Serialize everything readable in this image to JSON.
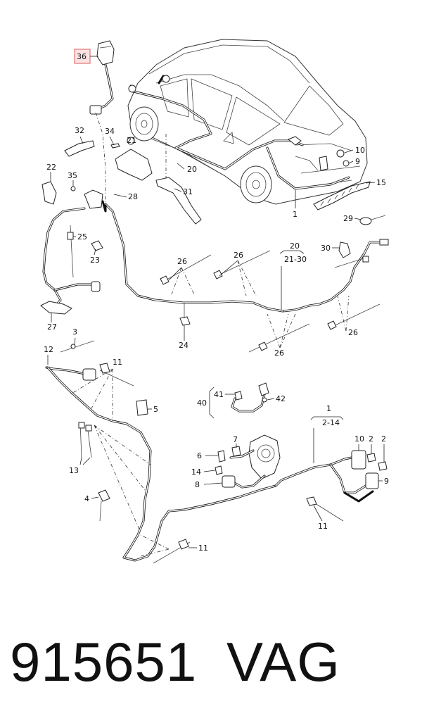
{
  "diagram": {
    "highlight_color": "#e57373",
    "callouts": {
      "c36": "36",
      "c32": "32",
      "c34": "34",
      "c21": "21",
      "c22": "22",
      "c35": "35",
      "c28": "28",
      "c20a": "20",
      "c31": "31",
      "c1a": "1",
      "c10a": "10",
      "c9a": "9",
      "c15": "15",
      "c29": "29",
      "c30": "30",
      "c25": "25",
      "c23": "23",
      "c26a": "26",
      "c26b": "26",
      "c20b": "20",
      "c2130": "21-30",
      "c27": "27",
      "c24": "24",
      "c26c": "26",
      "c26d": "26",
      "c3": "3",
      "c12": "12",
      "c11a": "11",
      "c5": "5",
      "c13": "13",
      "c4": "4",
      "c11b": "11",
      "c41": "41",
      "c40": "40",
      "c42": "42",
      "c1b": "1",
      "c214": "2-14",
      "c7": "7",
      "c6": "6",
      "c14": "14",
      "c8": "8",
      "c10b": "10",
      "c2a": "2",
      "c2b": "2",
      "c9b": "9",
      "c11c": "11"
    }
  },
  "footer": {
    "part_number": "915651",
    "brand": "VAG"
  }
}
